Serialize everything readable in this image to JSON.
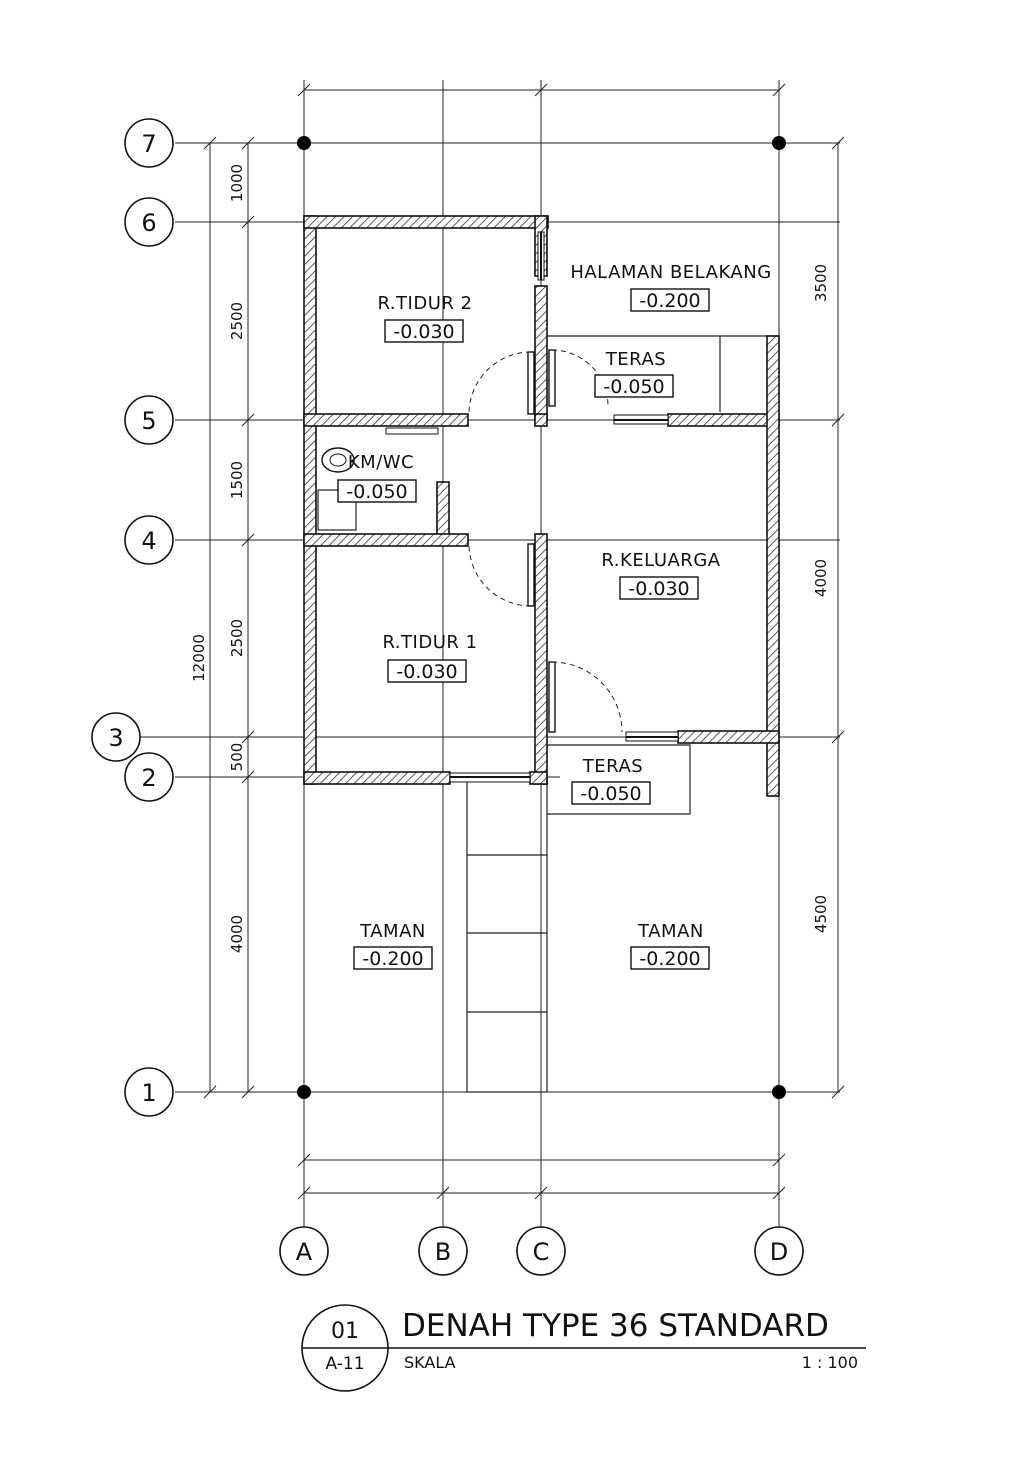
{
  "title_block": {
    "number": "01",
    "sheet": "A-11",
    "title": "DENAH TYPE 36 STANDARD",
    "scale_label": "SKALA",
    "scale_value": "1 : 100"
  },
  "grid_rows": [
    "7",
    "6",
    "5",
    "4",
    "3",
    "2",
    "1"
  ],
  "grid_cols": [
    "A",
    "B",
    "C",
    "D"
  ],
  "left_dimensions": [
    "1000",
    "2500",
    "1500",
    "2500",
    "500",
    "4000"
  ],
  "left_total": "12000",
  "right_dimensions": [
    "3500",
    "4000",
    "4500"
  ],
  "rooms": [
    {
      "name": "R.TIDUR 2",
      "level": "-0.030"
    },
    {
      "name": "HALAMAN BELAKANG",
      "level": "-0.200"
    },
    {
      "name": "TERAS",
      "level": "-0.050"
    },
    {
      "name": "KM/WC",
      "level": "-0.050"
    },
    {
      "name": "R.KELUARGA",
      "level": "-0.030"
    },
    {
      "name": "R.TIDUR 1",
      "level": "-0.030"
    },
    {
      "name": "TERAS",
      "level": "-0.050"
    },
    {
      "name": "TAMAN",
      "level": "-0.200"
    },
    {
      "name": "TAMAN",
      "level": "-0.200"
    }
  ]
}
